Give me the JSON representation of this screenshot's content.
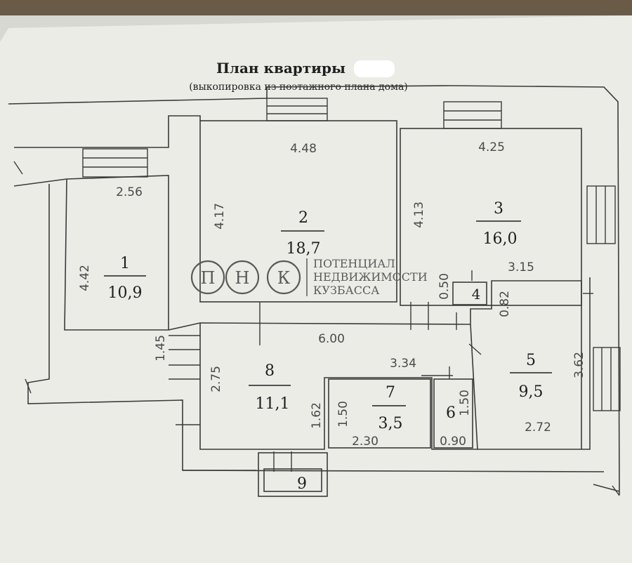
{
  "title": "План квартиры",
  "subtitle": "(выкопировка из поэтажного плана дома)",
  "rooms": [
    {
      "id": "1",
      "number": "1",
      "area": "10,9"
    },
    {
      "id": "2",
      "number": "2",
      "area": "18,7"
    },
    {
      "id": "3",
      "number": "3",
      "area": "16,0"
    },
    {
      "id": "4",
      "number": "4",
      "area": ""
    },
    {
      "id": "5",
      "number": "5",
      "area": "9,5"
    },
    {
      "id": "6",
      "number": "6",
      "area": ""
    },
    {
      "id": "7",
      "number": "7",
      "area": "3,5"
    },
    {
      "id": "8",
      "number": "8",
      "area": "11,1"
    },
    {
      "id": "9",
      "number": "9",
      "area": ""
    }
  ],
  "dimensions": {
    "room1_width": "2.56",
    "room1_height": "4.42",
    "room2_width": "4.48",
    "room2_height": "4.17",
    "room3_width": "4.25",
    "room3_height": "4.13",
    "room3_lower_width": "3.15",
    "room4_height": "0.50",
    "room4_side": "0.82",
    "room5_width": "2.72",
    "room5_height": "3.62",
    "room6_width": "0.90",
    "room6_height": "1.50",
    "room7_width": "2.30",
    "room7_height": "1.50",
    "room7_top": "3.34",
    "room8_width": "6.00",
    "room8_height": "2.75",
    "room8_inner": "1.62",
    "corridor_left": "1.45"
  },
  "watermark": {
    "letters": [
      "П",
      "Н",
      "К"
    ],
    "line1": "ПОТЕНЦИАЛ",
    "line2": "НЕДВИЖИМОСТИ",
    "line3": "КУЗБАССА"
  },
  "colors": {
    "paper": "#ecece7",
    "line": "#3a3a3a",
    "text": "#1e1e1e",
    "dim_text": "#4a4a4a",
    "watermark": "#5a5a5a"
  }
}
